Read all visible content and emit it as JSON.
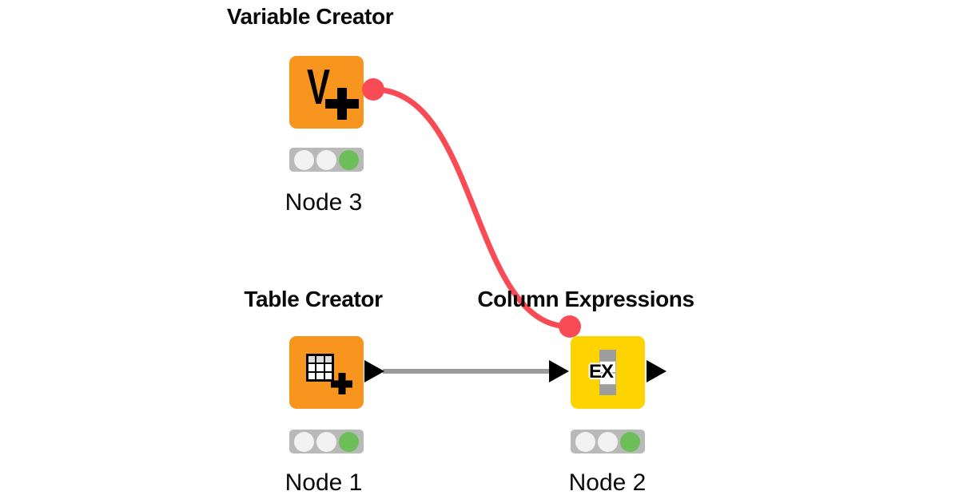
{
  "workflow": {
    "background": "#FFFFFF",
    "nodes": [
      {
        "title": "Variable Creator",
        "label": "Node 3",
        "icon": "v-plus-icon",
        "icon_letter": "V",
        "color": "#F7951F",
        "status_lights": [
          "off",
          "off",
          "green"
        ]
      },
      {
        "title": "Table Creator",
        "label": "Node 1",
        "icon": "table-plus-icon",
        "color": "#F7951F",
        "status_lights": [
          "off",
          "off",
          "green"
        ]
      },
      {
        "title": "Column Expressions",
        "label": "Node 2",
        "icon": "ex-column-icon",
        "icon_text": "EX",
        "color": "#FDD301",
        "status_lights": [
          "off",
          "off",
          "green"
        ]
      }
    ],
    "connections": [
      {
        "name": "flow-variable-connection",
        "from": "Node 3",
        "to": "Node 2",
        "color": "#F94B56"
      },
      {
        "name": "data-connection",
        "from": "Node 1",
        "to": "Node 2",
        "color": "#9B9B9B"
      }
    ],
    "status_colors": {
      "off": "#F2F2F2",
      "green": "#6CBE58",
      "bar": "#B9B9B9"
    },
    "port_color": "#000000"
  }
}
